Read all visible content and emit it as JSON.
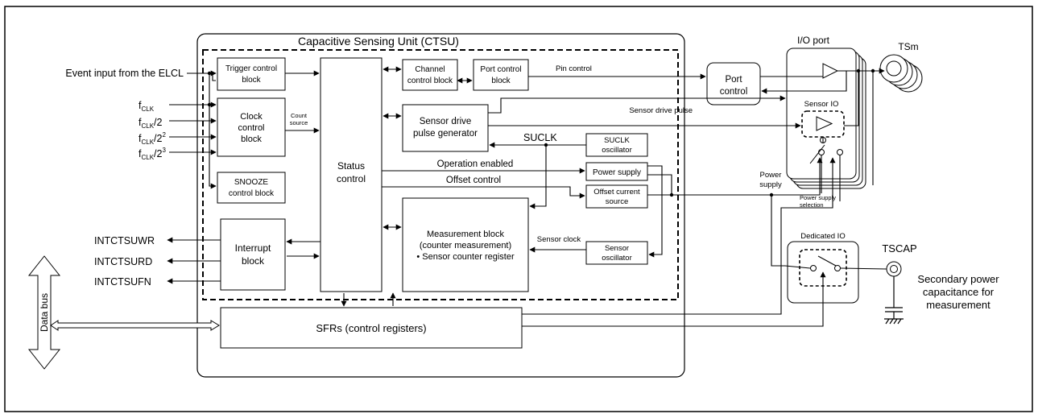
{
  "title": "Capacitive Sensing Unit (CTSU)",
  "inputs": {
    "elcl": "Event input from the ELCL",
    "f_base": "f",
    "f_sub": "CLK",
    "f1_suffix": "",
    "f2_suffix": "/2",
    "f3_suffix": "/2",
    "f3_sup": "2",
    "f4_suffix": "/2",
    "f4_sup": "3"
  },
  "interrupts": [
    "INTCTSUWR",
    "INTCTSURD",
    "INTCTSUFN"
  ],
  "data_bus": "Data bus",
  "blocks": {
    "trigger_control": [
      "Trigger control",
      "block"
    ],
    "clock_control": [
      "Clock",
      "control",
      "block"
    ],
    "snooze_control": [
      "SNOOZE",
      "control block"
    ],
    "interrupt": [
      "Interrupt",
      "block"
    ],
    "status_control": [
      "Status",
      "control"
    ],
    "channel_control": [
      "Channel",
      "control block"
    ],
    "port_control_inner": [
      "Port control",
      "block"
    ],
    "sensor_drive": [
      "Sensor drive",
      "pulse generator"
    ],
    "suclk_oscillator": [
      "SUCLK",
      "oscillator"
    ],
    "power_supply": [
      "Power supply"
    ],
    "offset_current": [
      "Offset current",
      "source"
    ],
    "measurement": [
      "Measurement block",
      "(counter measurement)",
      "• Sensor counter register"
    ],
    "sensor_oscillator": [
      "Sensor",
      "oscillator"
    ],
    "sfrs": [
      "SFRs (control registers)"
    ],
    "port_control_outer": [
      "Port",
      "control"
    ]
  },
  "signals": {
    "count_source": [
      "Count",
      "source"
    ],
    "pin_control": "Pin control",
    "sensor_drive_pulse": "Sensor drive pulse",
    "suclk": "SUCLK",
    "operation_enabled": "Operation enabled",
    "offset_control": "Offset control",
    "sensor_clock": "Sensor clock",
    "power_supply": [
      "Power",
      "supply"
    ],
    "power_supply_selection": [
      "Power supply",
      "selection"
    ]
  },
  "external": {
    "io_port": "I/O port",
    "sensor_io": "Sensor IO",
    "tsm": "TSm",
    "dedicated_io": "Dedicated IO",
    "tscap": "TSCAP",
    "secondary": [
      "Secondary power",
      "capacitance for",
      "measurement"
    ]
  },
  "colors": {
    "line": "#000000",
    "background": "#ffffff"
  }
}
